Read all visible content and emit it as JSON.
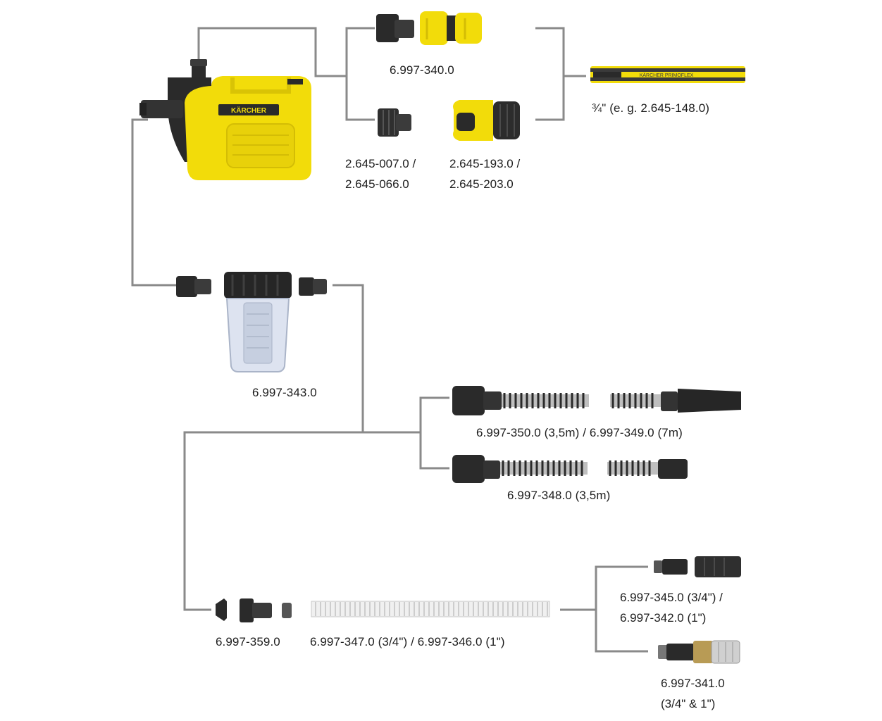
{
  "colors": {
    "line": "#8a8a8a",
    "brand_yellow": "#f5df0c",
    "dark": "#2a2a2a",
    "hose_stripe": "#3a3a3a"
  },
  "parts": {
    "quick_connector_set": "6.997-340.0",
    "tap_adapter": {
      "line1": "2.645-007.0 /",
      "line2": "2.645-066.0"
    },
    "hose_connector": {
      "line1": "2.645-193.0 /",
      "line2": "2.645-203.0"
    },
    "hose": "¾\" (e. g. 2.645-148.0)",
    "filter": "6.997-343.0",
    "suction_set_a": "6.997-350.0 (3,5m) / 6.997-349.0 (7m)",
    "suction_set_b": "6.997-348.0 (3,5m)",
    "connector_359": "6.997-359.0",
    "suction_hose": "6.997-347.0 (3/4\") / 6.997-346.0 (1\")",
    "filter_adapter": {
      "line1": "6.997-345.0 (3/4\") /",
      "line2": "6.997-342.0 (1\")"
    },
    "suction_filter": {
      "line1": "6.997-341.0",
      "line2": "(3/4\" & 1\")"
    }
  },
  "hose_print": "KÄRCHER PRIMOFLEX"
}
